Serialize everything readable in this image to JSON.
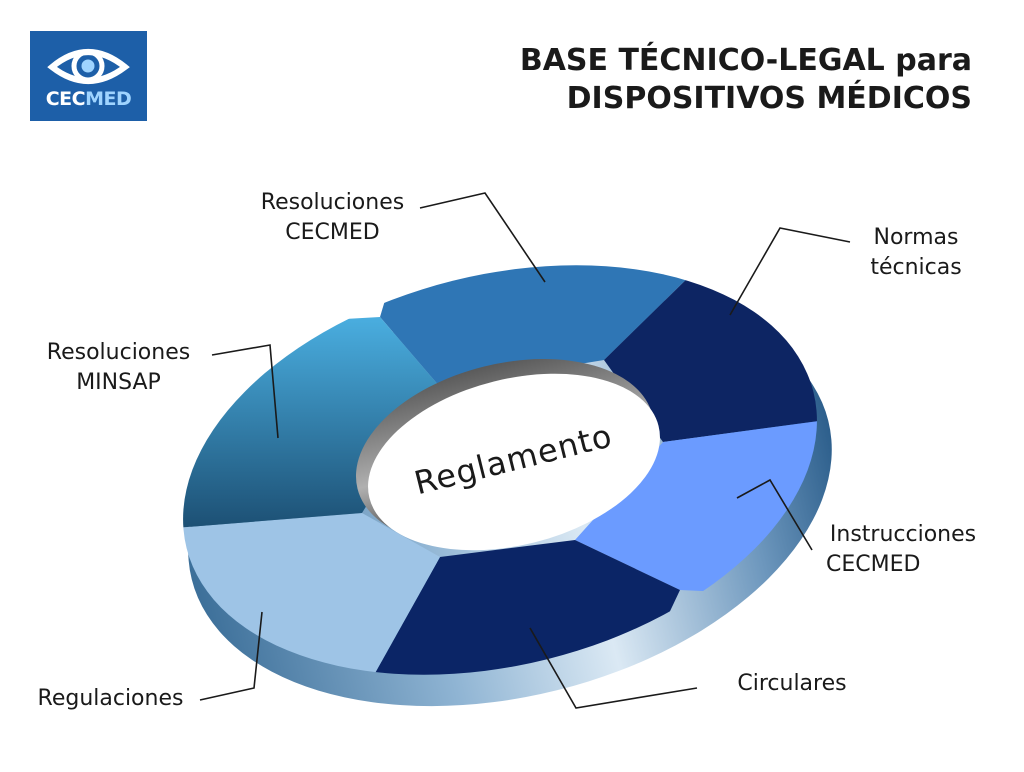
{
  "logo": {
    "text_part1": "CEC",
    "text_part2": "MED",
    "brand_color": "#1d5fa8",
    "accent_color": "#9fd4ff",
    "icon": "eye-icon"
  },
  "title": {
    "line1": "BASE TÉCNICO-LEGAL para",
    "line2": "DISPOSITIVOS MÉDICOS"
  },
  "center": {
    "label": "Reglamento"
  },
  "segments": [
    {
      "id": "resoluciones-cecmed",
      "color": "#2f76b5",
      "label_lines": [
        "Resoluciones",
        "CECMED"
      ]
    },
    {
      "id": "normas-tecnicas",
      "color": "#0d2563",
      "label_lines": [
        "Normas",
        "técnicas"
      ]
    },
    {
      "id": "instrucciones-cecmed",
      "color": "#6b9bff",
      "label_lines": [
        "Instrucciones",
        "CECMED"
      ]
    },
    {
      "id": "circulares",
      "color": "#0b2566",
      "label_lines": [
        "Circulares"
      ]
    },
    {
      "id": "regulaciones",
      "color": "#9ec4e6",
      "label_lines": [
        "Regulaciones"
      ]
    },
    {
      "id": "resoluciones-minsap",
      "color": "#3a9ed6",
      "label_lines": [
        "Resoluciones",
        "MINSAP"
      ]
    }
  ]
}
